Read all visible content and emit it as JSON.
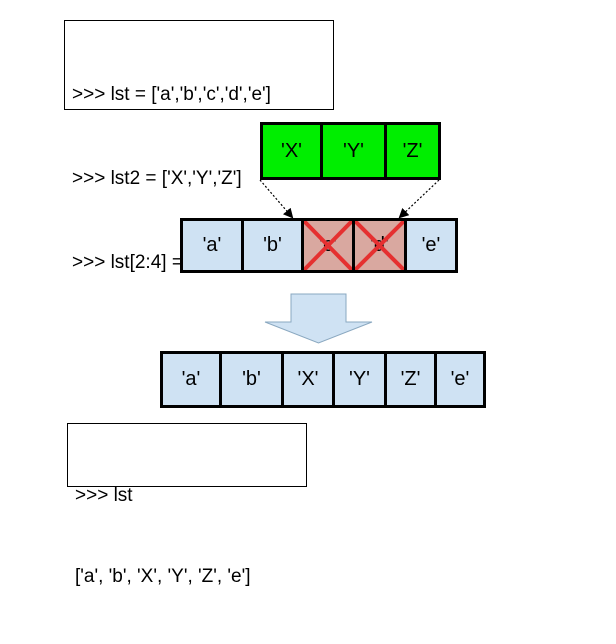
{
  "colors": {
    "new_cell": "#00ee00",
    "normal_cell": "#cfe2f3",
    "replaced_cell": "#d9a8a0",
    "cross": "#e53030",
    "arrow_fill": "#cfe2f3",
    "arrow_stroke": "#8aa8c0",
    "border": "#000000"
  },
  "code_top": {
    "lines": [
      ">>> lst = ['a','b','c','d','e']",
      ">>> lst2 = ['X','Y','Z']",
      ">>> lst[2:4] = lst2"
    ]
  },
  "new_list": {
    "cells": [
      "'X'",
      "'Y'",
      "'Z'"
    ]
  },
  "original_list": {
    "cells": [
      "'a'",
      "'b'",
      "'c'",
      "'d'",
      "'e'"
    ],
    "replaced": [
      false,
      false,
      true,
      true,
      false
    ]
  },
  "result_list": {
    "cells": [
      "'a'",
      "'b'",
      "'X'",
      "'Y'",
      "'Z'",
      "'e'"
    ]
  },
  "code_bottom": {
    "lines": [
      ">>> lst",
      "['a', 'b', 'X', 'Y', 'Z', 'e']"
    ]
  },
  "icons": [
    "down-arrow-icon",
    "cross-icon"
  ]
}
